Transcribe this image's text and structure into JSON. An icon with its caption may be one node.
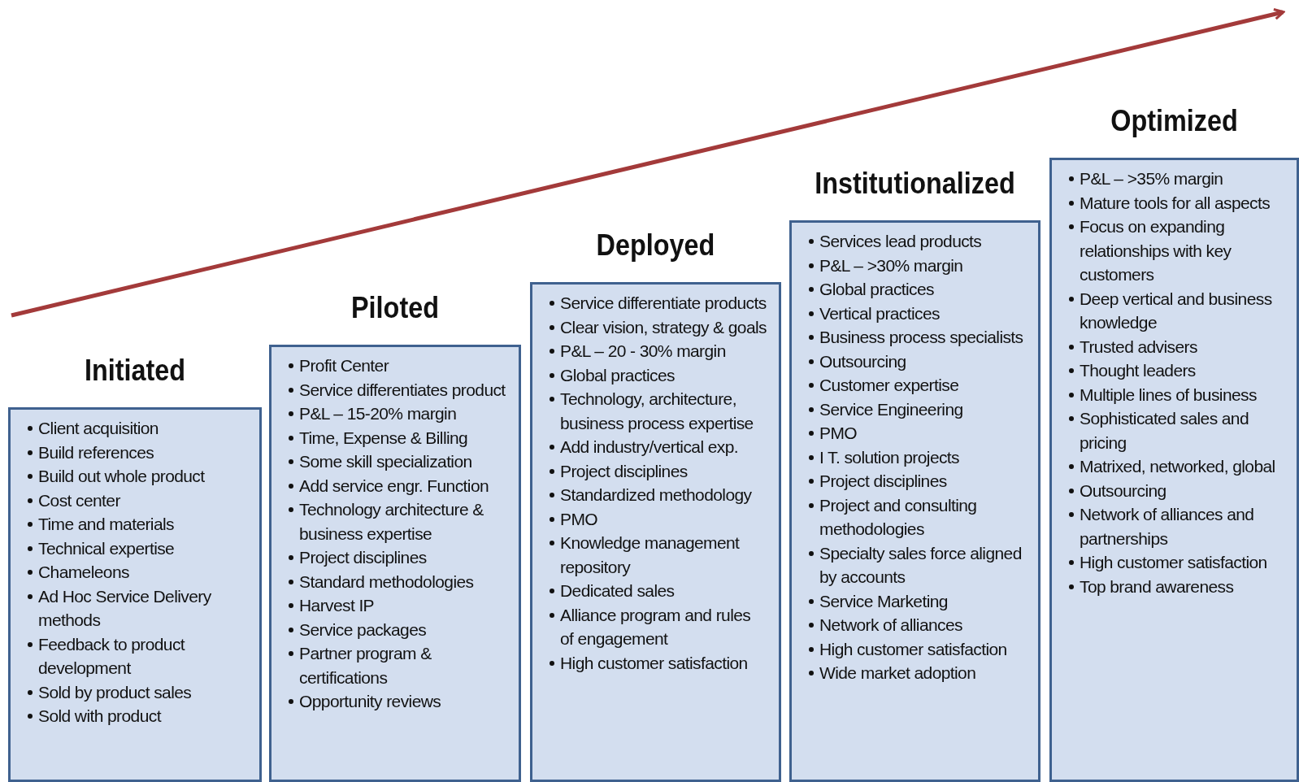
{
  "diagram": {
    "nodes": [
      {
        "text": [
          "Initiated",
          "Client acquisition",
          "Build references",
          "Build out whole product",
          "Cost center",
          "Time and materials",
          "Technical expertise",
          "Chameleons",
          "Ad Hoc Service Delivery methods",
          "Feedback to product development",
          "Sold by product sales",
          "Sold with product"
        ]
      },
      {
        "text": [
          "Piloted",
          "Profit Center",
          "Service differentiates product",
          "P&L – 15-20% margin",
          "Time, Expense & Billing",
          "Some skill specialization",
          "Add service engr. Function",
          "Technology architecture & business expertise",
          "Project disciplines",
          "Standard methodologies",
          "Harvest IP",
          "Service packages",
          "Partner program & certifications",
          "Opportunity reviews"
        ]
      },
      {
        "text": [
          "Deployed",
          "Service differentiate products",
          "Clear vision, strategy & goals",
          "P&L – 20 - 30% margin",
          "Global practices",
          "Technology, architecture, business process expertise",
          "Add industry/vertical exp.",
          "Project disciplines",
          "Standardized methodology",
          "PMO",
          "Knowledge management repository",
          "Dedicated  sales",
          "Alliance program and rules of engagement",
          "High customer satisfaction"
        ]
      },
      {
        "text": [
          "Institutionalized",
          "Services lead products",
          "P&L – >30% margin",
          "Global practices",
          "Vertical practices",
          "Business process specialists",
          "Outsourcing",
          "Customer expertise",
          "Service Engineering",
          "PMO",
          "I T. solution projects",
          "Project disciplines",
          "Project and consulting methodologies",
          "Specialty sales force aligned by accounts",
          "Service Marketing",
          "Network of alliances",
          "High customer satisfaction",
          "Wide market adoption"
        ]
      },
      {
        "text": [
          "Optimized",
          "P&L – >35% margin",
          "Mature tools for all aspects",
          "Focus on expanding relationships with key customers",
          "Deep vertical and business knowledge",
          "Trusted advisers",
          "Thought leaders",
          "Multiple lines of business",
          "Sophisticated sales and pricing",
          "Matrixed, networked, global",
          "Outsourcing",
          "Network of alliances and partnerships",
          "High customer satisfaction",
          "Top brand awareness"
        ]
      }
    ]
  }
}
